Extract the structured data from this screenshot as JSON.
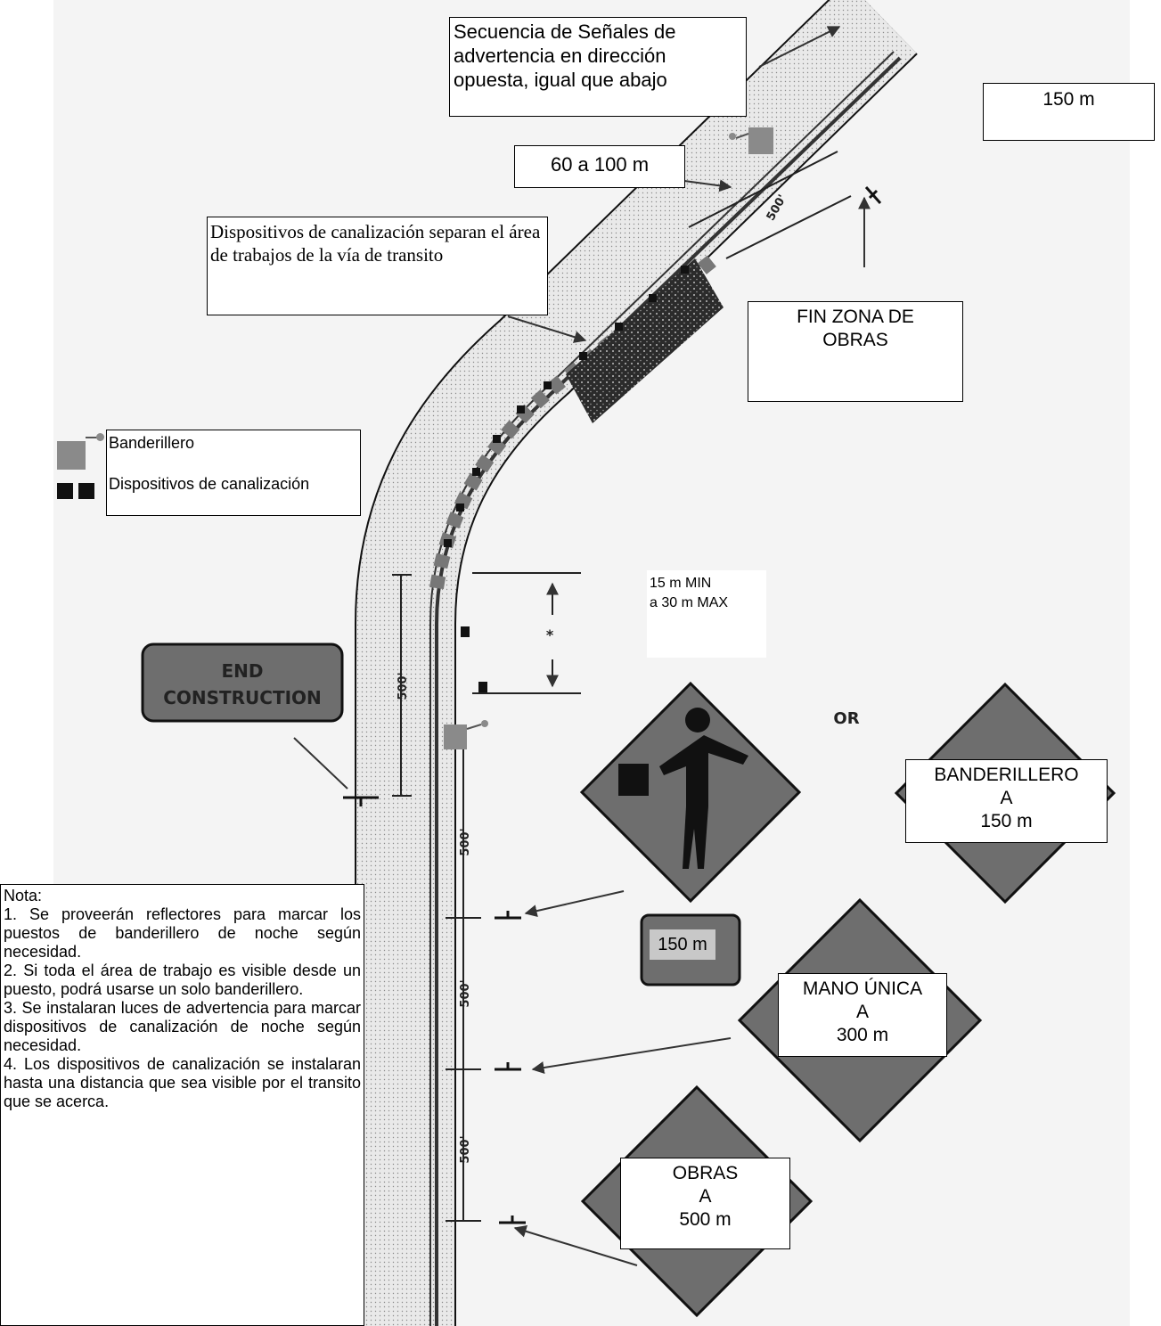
{
  "colors": {
    "sign_gray": "#6e6e6e",
    "paper": "#f6f6f6",
    "road": "#e4e4e4",
    "work_area": "#2a2a2a",
    "ink": "#111111"
  },
  "top_note": "Secuencia de Señales de advertencia en dirección opuesta, igual que abajo",
  "dist_60_100": "60 a 100 m",
  "dist_150_top": "150 m",
  "channel_note": "Dispositivos de canalización separan el área de trabajos de la vía de transito",
  "fin_zona": "FIN ZONA DE OBRAS",
  "legend": {
    "flagger": "Banderillero",
    "devices": "Dispositivos de canalización"
  },
  "taper_dist": [
    "15 m MIN",
    "a 30 m MAX"
  ],
  "end_sign": [
    "END",
    "CONSTRUCTION"
  ],
  "or_label": "OR",
  "road_dims": [
    "500'",
    "500'",
    "500'",
    "500'",
    "500'"
  ],
  "asterisk": "*",
  "banderillero_sign": [
    "BANDERILLERO",
    "A",
    "150 m"
  ],
  "plate_150": "150 m",
  "mano_unica": [
    "MANO ÚNICA",
    "A",
    "300 m"
  ],
  "obras": [
    "OBRAS",
    "A",
    "500 m"
  ],
  "notes": {
    "title": "Nota:",
    "items": [
      "1. Se proveerán reflectores para marcar los puestos de banderillero de noche según necesidad.",
      "2. Si toda el área de trabajo es visible desde un puesto, podrá usarse un solo banderillero.",
      "3. Se instalaran luces de advertencia para marcar dispositivos de canalización de noche según necesidad.",
      "4. Los dispositivos de canalización se instalaran hasta una distancia que sea visible por el transito que se acerca."
    ]
  }
}
